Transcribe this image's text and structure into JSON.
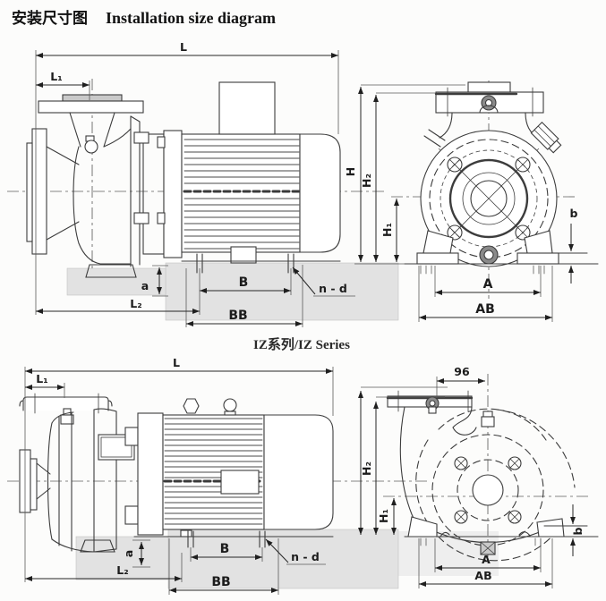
{
  "title": {
    "zh": "安装尺寸图",
    "en": "Installation size diagram"
  },
  "caption": "IZ系列/IZ Series",
  "colors": {
    "line": "#3c3c3c",
    "dark_text": "#111111",
    "foundation": "#e2e2e2",
    "foundation_light": "#eeeeee",
    "flange_fill": "#c9c9c9",
    "bolt_fill": "#8a8a8a"
  },
  "views": {
    "top_side": {
      "label": "IZ series long-coupled pump, side view",
      "dims": {
        "L": "L",
        "L1": "L₁",
        "a": "a",
        "B": "B",
        "nd": "n - d",
        "L2": "L₂",
        "BB": "BB"
      }
    },
    "top_front": {
      "label": "IZ series pump, front view",
      "dims": {
        "H": "H",
        "H2": "H₂",
        "H1": "H₁",
        "b": "b",
        "A": "A",
        "AB": "AB"
      }
    },
    "bottom_side": {
      "label": "IZ series close-coupled pump, side view",
      "dims": {
        "L": "L",
        "L1": "L₁",
        "a": "a",
        "B": "B",
        "nd": "n - d",
        "L2": "L₂",
        "BB": "BB"
      }
    },
    "bottom_front": {
      "label": "IZ series close-coupled pump, front view",
      "dims": {
        "d96": "96",
        "H2": "H₂",
        "H1": "H₁",
        "b": "b",
        "A": "A",
        "AB": "AB"
      }
    }
  }
}
